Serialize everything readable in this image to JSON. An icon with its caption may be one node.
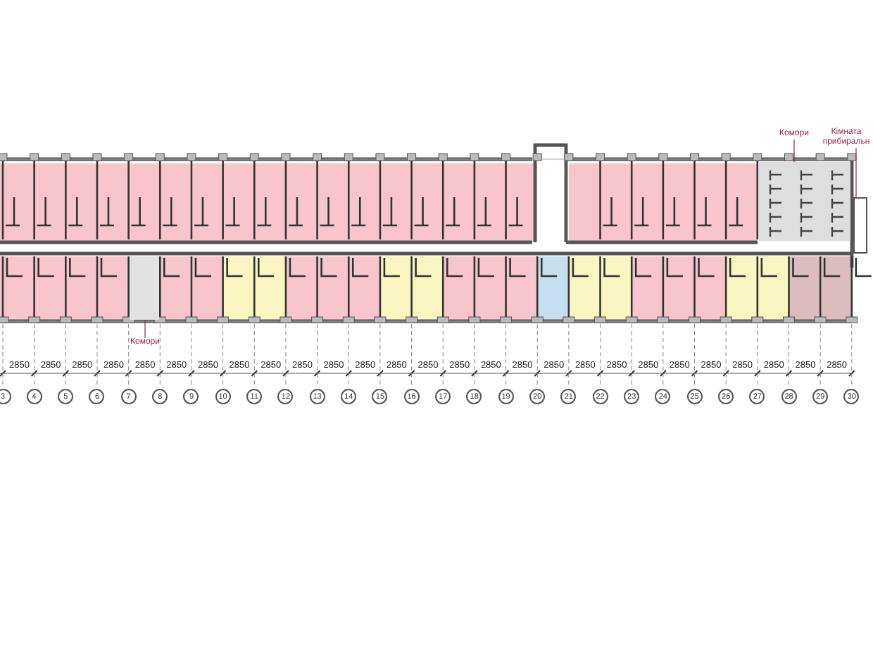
{
  "diagram": {
    "nodes": [
      {
        "text": [
          "Комори"
        ]
      },
      {
        "text": [],
        "shape": "box"
      },
      {
        "text": [
          "Комори"
        ]
      },
      {
        "text": [],
        "shape": "box"
      },
      {
        "text": [
          "Кімната прибиральн"
        ]
      },
      {
        "text": [],
        "shape": "box"
      }
    ],
    "edges": [
      {
        "from": 0,
        "to": 1,
        "arrow": "none"
      },
      {
        "from": 2,
        "to": 3,
        "arrow": "none"
      },
      {
        "from": 4,
        "to": 5,
        "arrow": "none"
      }
    ],
    "labels": [
      "2850",
      "2850",
      "2850",
      "2850",
      "2850",
      "2850",
      "2850",
      "2850",
      "2850",
      "2850",
      "2850",
      "2850",
      "2850",
      "2850",
      "2850",
      "2850",
      "2850",
      "2850",
      "2850",
      "2850",
      "2850",
      "2850",
      "2850",
      "2850",
      "2850",
      "2850",
      "2850",
      "3",
      "4",
      "5",
      "6",
      "7",
      "8",
      "9",
      "10",
      "11",
      "12",
      "13",
      "14",
      "15",
      "16",
      "17",
      "18",
      "19",
      "20",
      "21",
      "22",
      "23",
      "24",
      "25",
      "26",
      "27",
      "28",
      "29",
      "30"
    ]
  }
}
